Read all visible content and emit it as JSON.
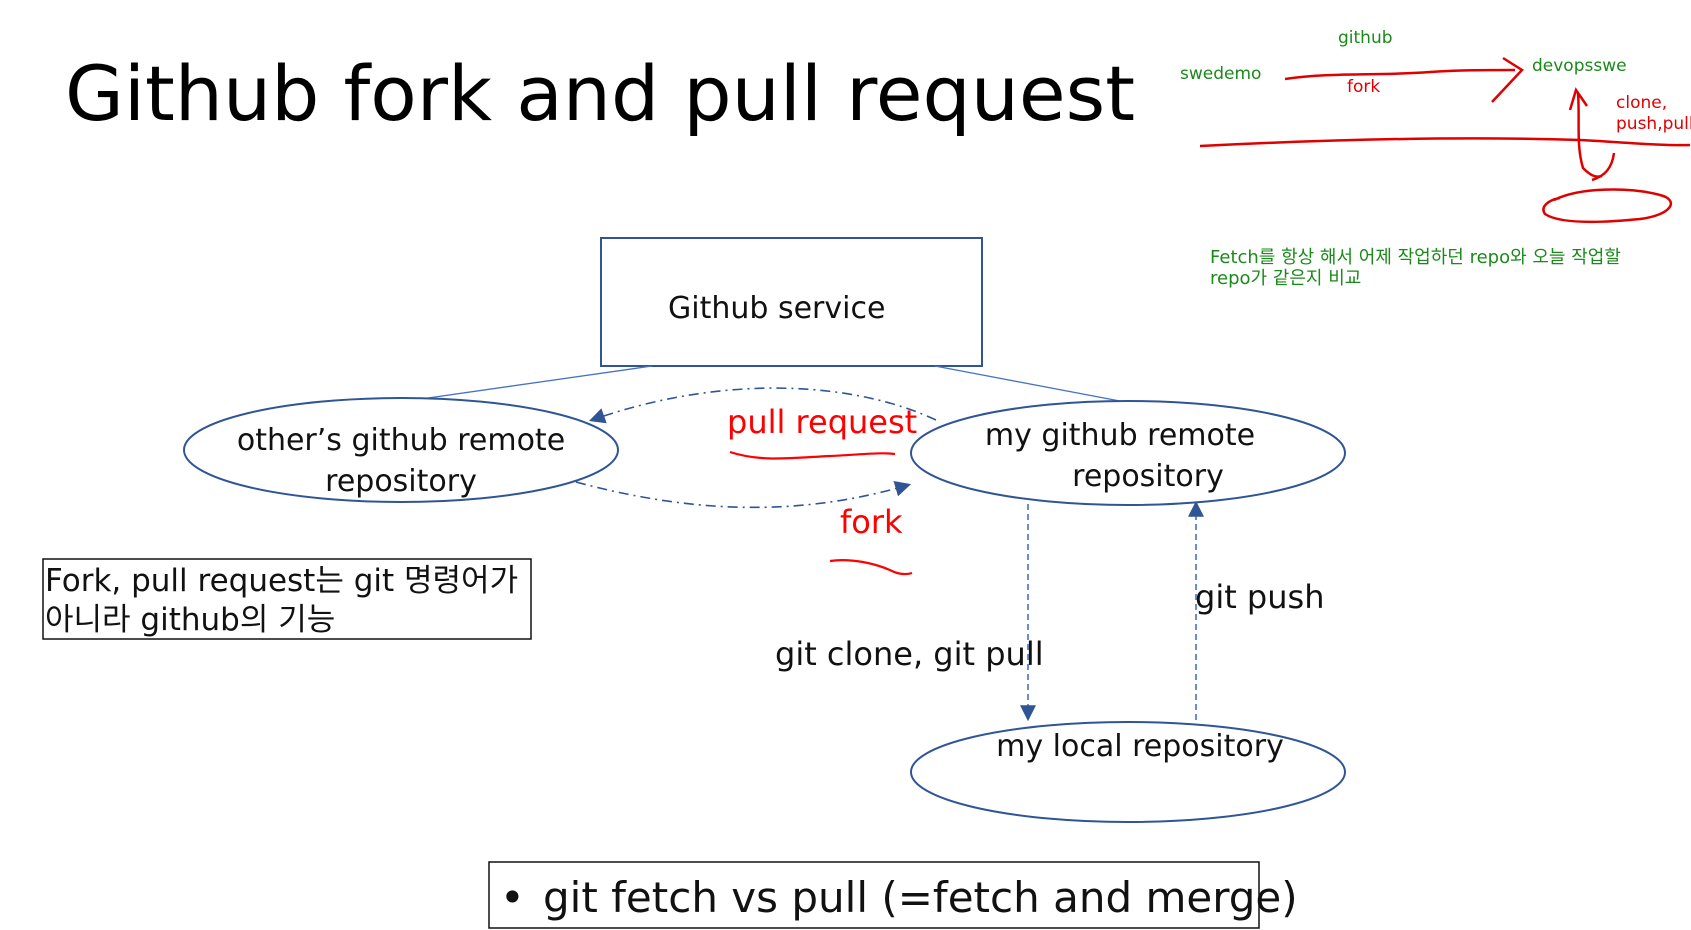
{
  "slide": {
    "title": "Github fork and pull request"
  },
  "diagram": {
    "github_service": "Github service",
    "others_repo": {
      "line1": "other’s github remote",
      "line2": "repository"
    },
    "my_repo": {
      "line1": "my github remote",
      "line2": "repository"
    },
    "local_repo": "my local repository",
    "pull_request_label": "pull request",
    "fork_label": "fork",
    "clone_pull_label": "git clone, git pull",
    "push_label": "git push"
  },
  "note": {
    "line1": "Fork, pull request는 git 명령어가",
    "line2": "아니라 github의 기능"
  },
  "bottom": {
    "bullet": "•",
    "text": "git fetch vs pull (=fetch and merge)"
  },
  "annotations": {
    "github": "github",
    "swedemo": "swedemo",
    "fork": "fork",
    "devopsswe": "devopsswe",
    "clone_line1": "clone,",
    "clone_line2": "push,pull",
    "fetch_line1": "Fetch를 항상 해서 어제 작업하던 repo와 오늘 작업할",
    "fetch_line2": "repo가 같은지 비교"
  },
  "colors": {
    "shape_stroke": "#2f5597",
    "arrow_blue": "#4472c4",
    "red": "#ff0000",
    "green": "#1a8a1a"
  }
}
